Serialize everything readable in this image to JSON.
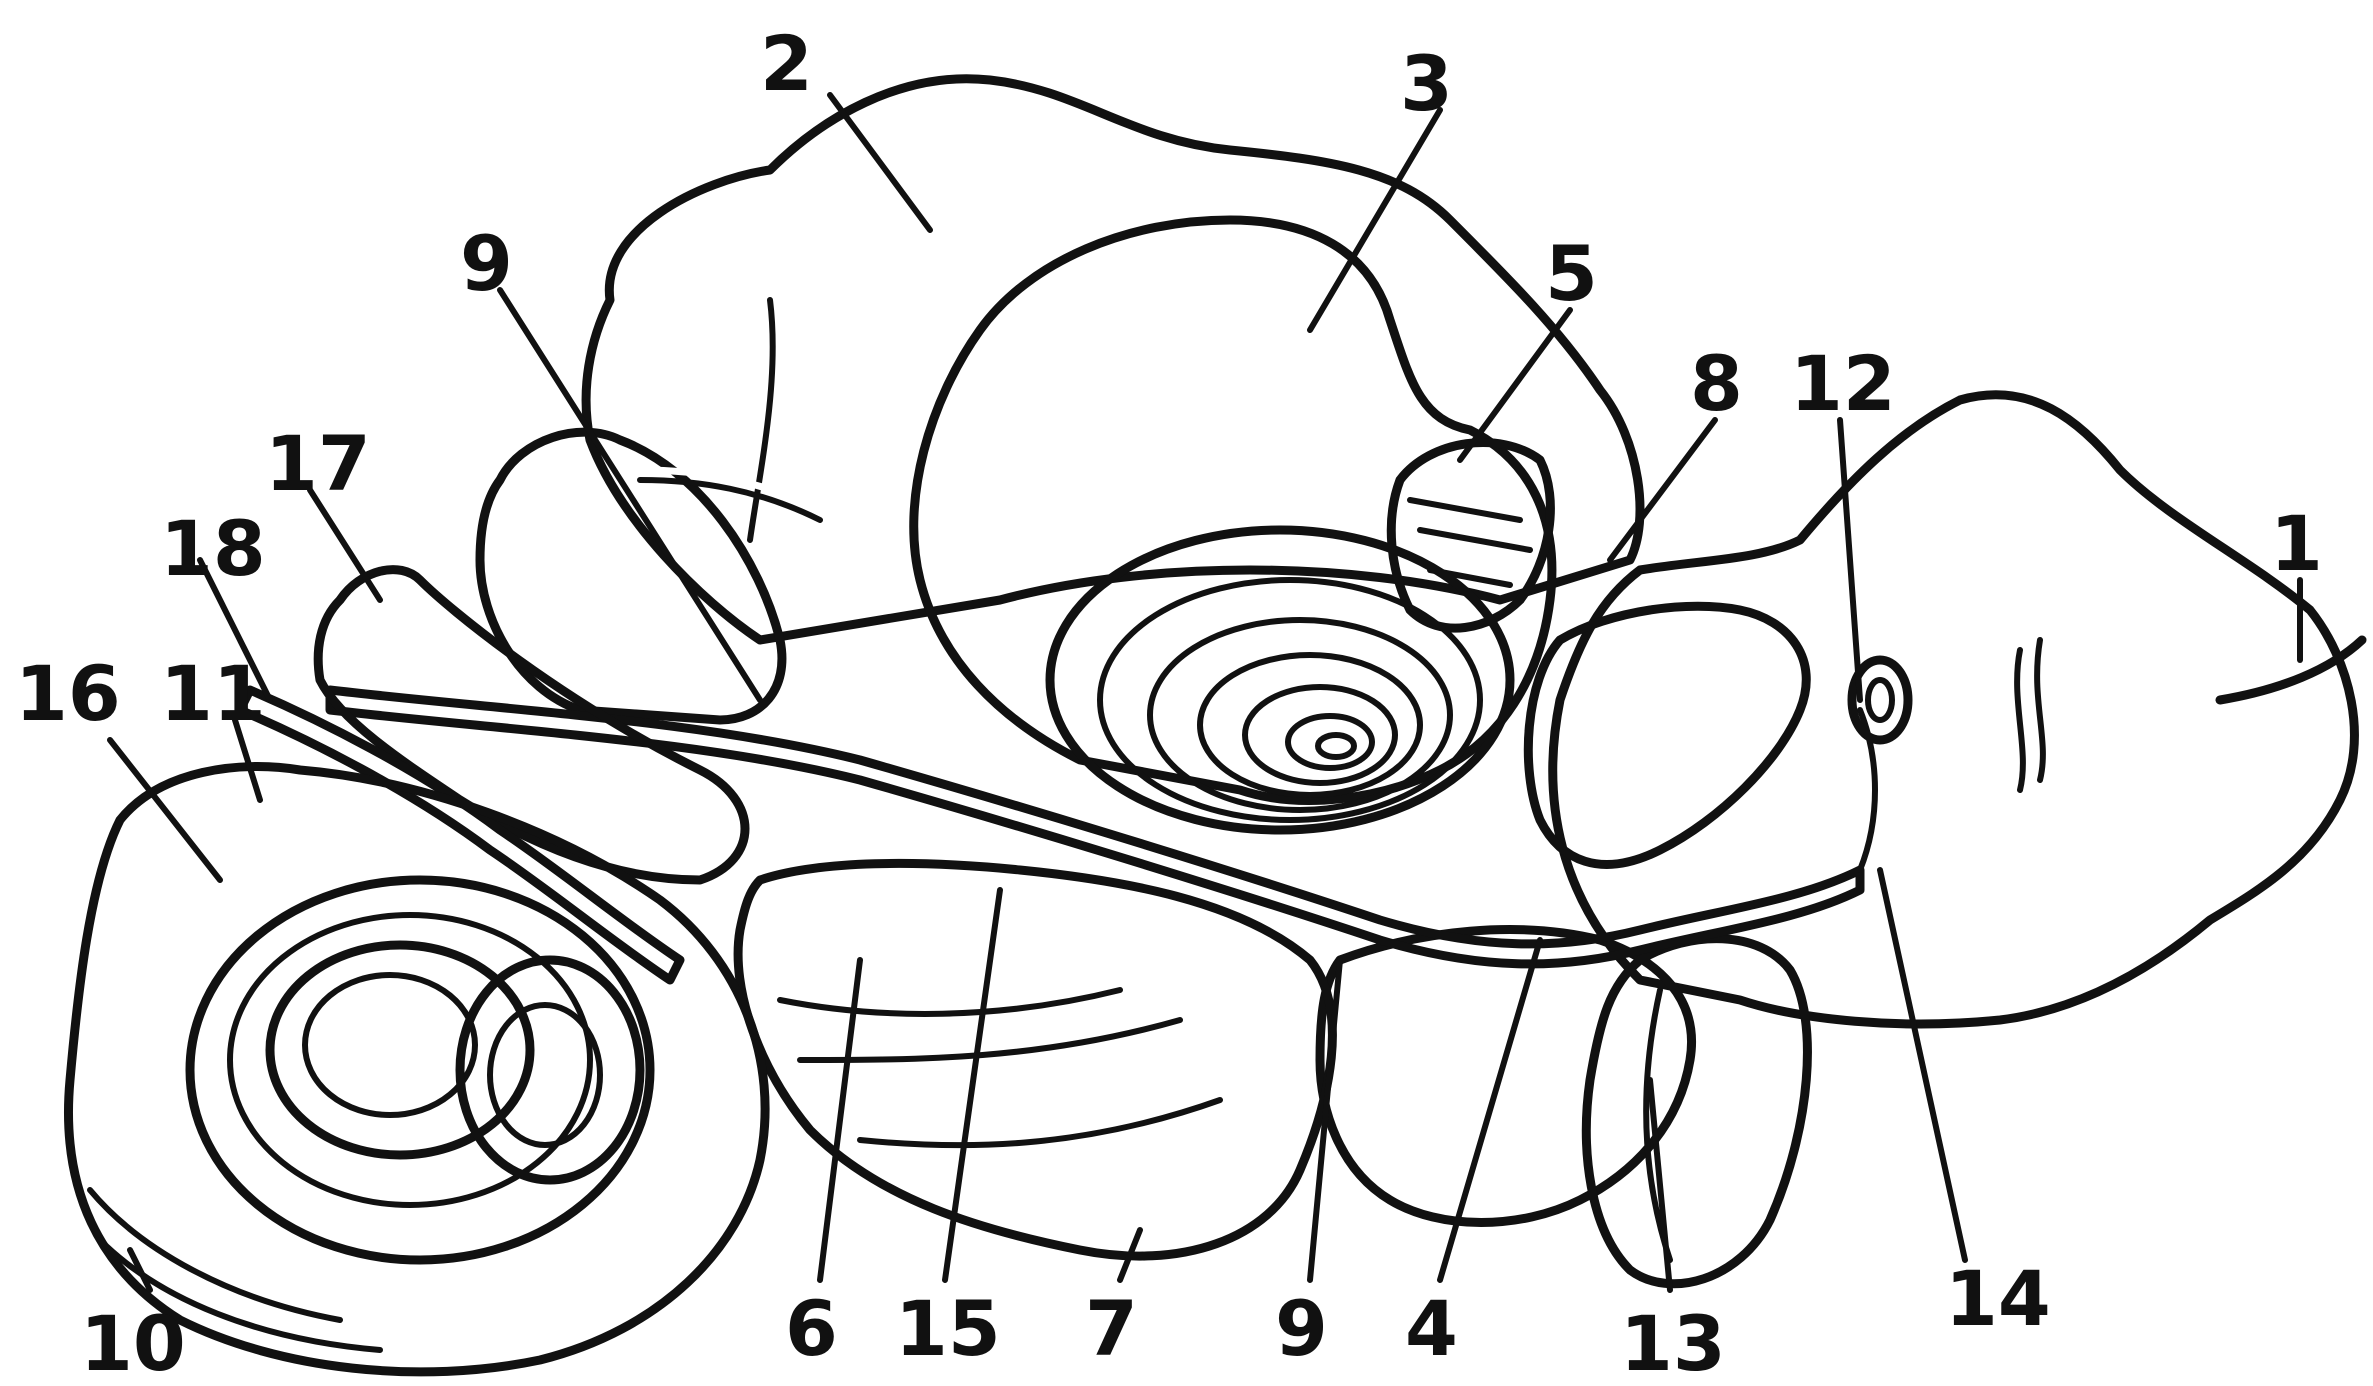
{
  "diagram": {
    "labels": [
      "1",
      "2",
      "3",
      "4",
      "5",
      "6",
      "7",
      "8",
      "9",
      "9",
      "10",
      "11",
      "12",
      "13",
      "14",
      "15",
      "16",
      "17",
      "18"
    ]
  },
  "colors": {
    "ink": "#111111",
    "paper": "#ffffff",
    "stipple": "#2a2a2a"
  }
}
